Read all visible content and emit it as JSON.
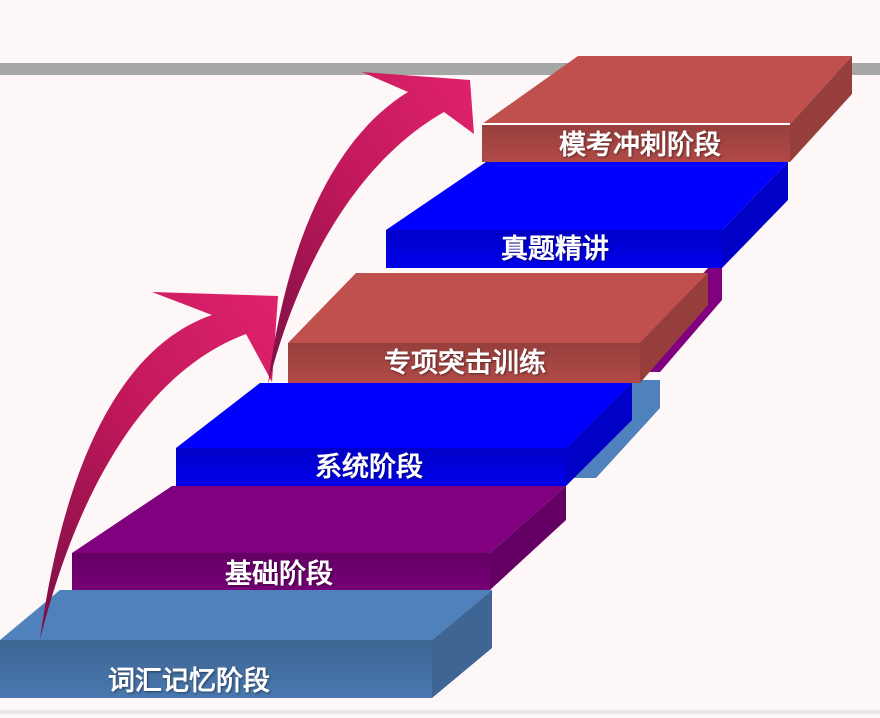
{
  "diagram": {
    "steps": [
      {
        "label": "词汇记忆阶段",
        "color": "#4f81bd"
      },
      {
        "label": "基础阶段",
        "color": "#800080"
      },
      {
        "label": "系统阶段",
        "color": "#0000ff"
      },
      {
        "label": "专项突击训练",
        "color": "#c0504d"
      },
      {
        "label": "真题精讲",
        "color": "#0000ff"
      },
      {
        "label": "模考冲刺阶段",
        "color": "#c0504d"
      }
    ],
    "colors": {
      "arrow": "#d61b63",
      "top_bar": "#a6a6a6",
      "background": "#fdf7f7"
    }
  }
}
